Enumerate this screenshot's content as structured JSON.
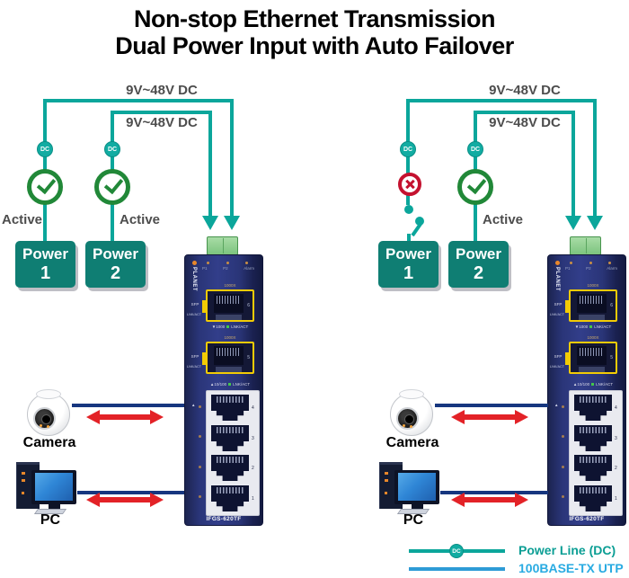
{
  "title": {
    "line1": "Non-stop Ethernet Transmission",
    "line2": "Dual Power Input with Auto Failover"
  },
  "scenarios": [
    {
      "name": "both powers active",
      "power1": {
        "voltage_label": "9V~48V DC",
        "dc_badge": "DC",
        "status": "active",
        "status_label": "Active",
        "box_word": "Power",
        "box_num": "1"
      },
      "power2": {
        "voltage_label": "9V~48V DC",
        "dc_badge": "DC",
        "status": "active",
        "status_label": "Active",
        "box_word": "Power",
        "box_num": "2"
      },
      "camera_label": "Camera",
      "pc_label": "PC"
    },
    {
      "name": "power 1 failed - auto failover",
      "power1": {
        "voltage_label": "9V~48V DC",
        "dc_badge": "DC",
        "status": "failed",
        "status_label": "",
        "box_word": "Power",
        "box_num": "1"
      },
      "power2": {
        "voltage_label": "9V~48V DC",
        "dc_badge": "DC",
        "status": "active",
        "status_label": "Active",
        "box_word": "Power",
        "box_num": "2"
      },
      "camera_label": "Camera",
      "pc_label": "PC"
    }
  ],
  "switch": {
    "brand": "PLANET",
    "model": "IFGS-620TF",
    "led_labels": [
      "P1",
      "P2",
      "Alarm"
    ],
    "sfp_ports": [
      {
        "speed": "1000X",
        "sfp_label": "SFP",
        "lnkact": "LNK/ACT",
        "port_num": "6",
        "status_line": "▼1000",
        "status_lnk": "LNK/ACT"
      },
      {
        "speed": "1000X",
        "sfp_label": "SFP",
        "lnkact": "LNK/ACT",
        "port_num": "5",
        "status_line": "",
        "status_lnk": ""
      }
    ],
    "utp_status_line": "▲10/100",
    "utp_status_lnk": "LNK/ACT",
    "utp_marker": "▲",
    "rj45_ports": [
      "4",
      "3",
      "2",
      "1"
    ]
  },
  "legend": {
    "power_line_label": "Power Line (DC)",
    "utp_label": "100BASE-TX UTP",
    "dc_badge": "DC"
  },
  "colors": {
    "teal_line": "#0BA69B",
    "power_box_teal": "#0F7E73",
    "green_check": "#218838",
    "red_cross": "#C4122F",
    "red_arrow": "#E32227",
    "utp_line_navy": "#16367F",
    "switch_navy": "#2A3578",
    "sfp_yellow": "#F2CB05",
    "terminal_green": "#8BCB8D",
    "legend_blue_line": "#2E9BD6",
    "legend_blue_text": "#29ABE2",
    "legend_teal_text": "#0B9E94",
    "label_gray": "#4D4D4D"
  }
}
